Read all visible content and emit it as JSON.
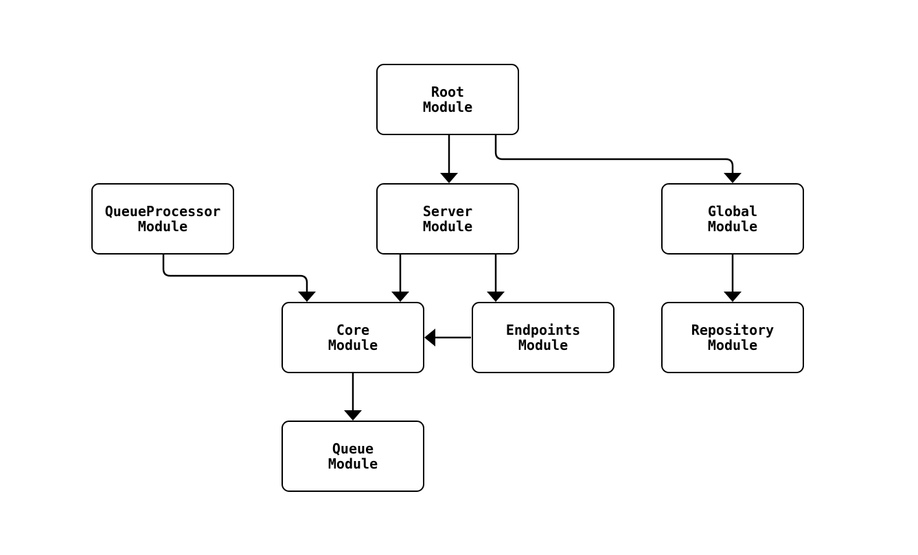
{
  "background_color": "#ffffff",
  "diagram": {
    "type": "flowchart",
    "direction": "top-down",
    "node_fill": "#ffffff",
    "node_border_color": "#000000",
    "edge_color": "#000000",
    "nodes": [
      {
        "id": "root",
        "label": "Root\nModule"
      },
      {
        "id": "queueprocessor",
        "label": "QueueProcessor\nModule"
      },
      {
        "id": "server",
        "label": "Server\nModule"
      },
      {
        "id": "global",
        "label": "Global\nModule"
      },
      {
        "id": "core",
        "label": "Core\nModule"
      },
      {
        "id": "endpoints",
        "label": "Endpoints\nModule"
      },
      {
        "id": "repository",
        "label": "Repository\nModule"
      },
      {
        "id": "queue",
        "label": "Queue\nModule"
      }
    ],
    "edges": [
      {
        "from": "root",
        "to": "server"
      },
      {
        "from": "root",
        "to": "global"
      },
      {
        "from": "queueprocessor",
        "to": "core"
      },
      {
        "from": "server",
        "to": "core"
      },
      {
        "from": "server",
        "to": "endpoints"
      },
      {
        "from": "global",
        "to": "repository"
      },
      {
        "from": "endpoints",
        "to": "core"
      },
      {
        "from": "core",
        "to": "queue"
      }
    ]
  }
}
